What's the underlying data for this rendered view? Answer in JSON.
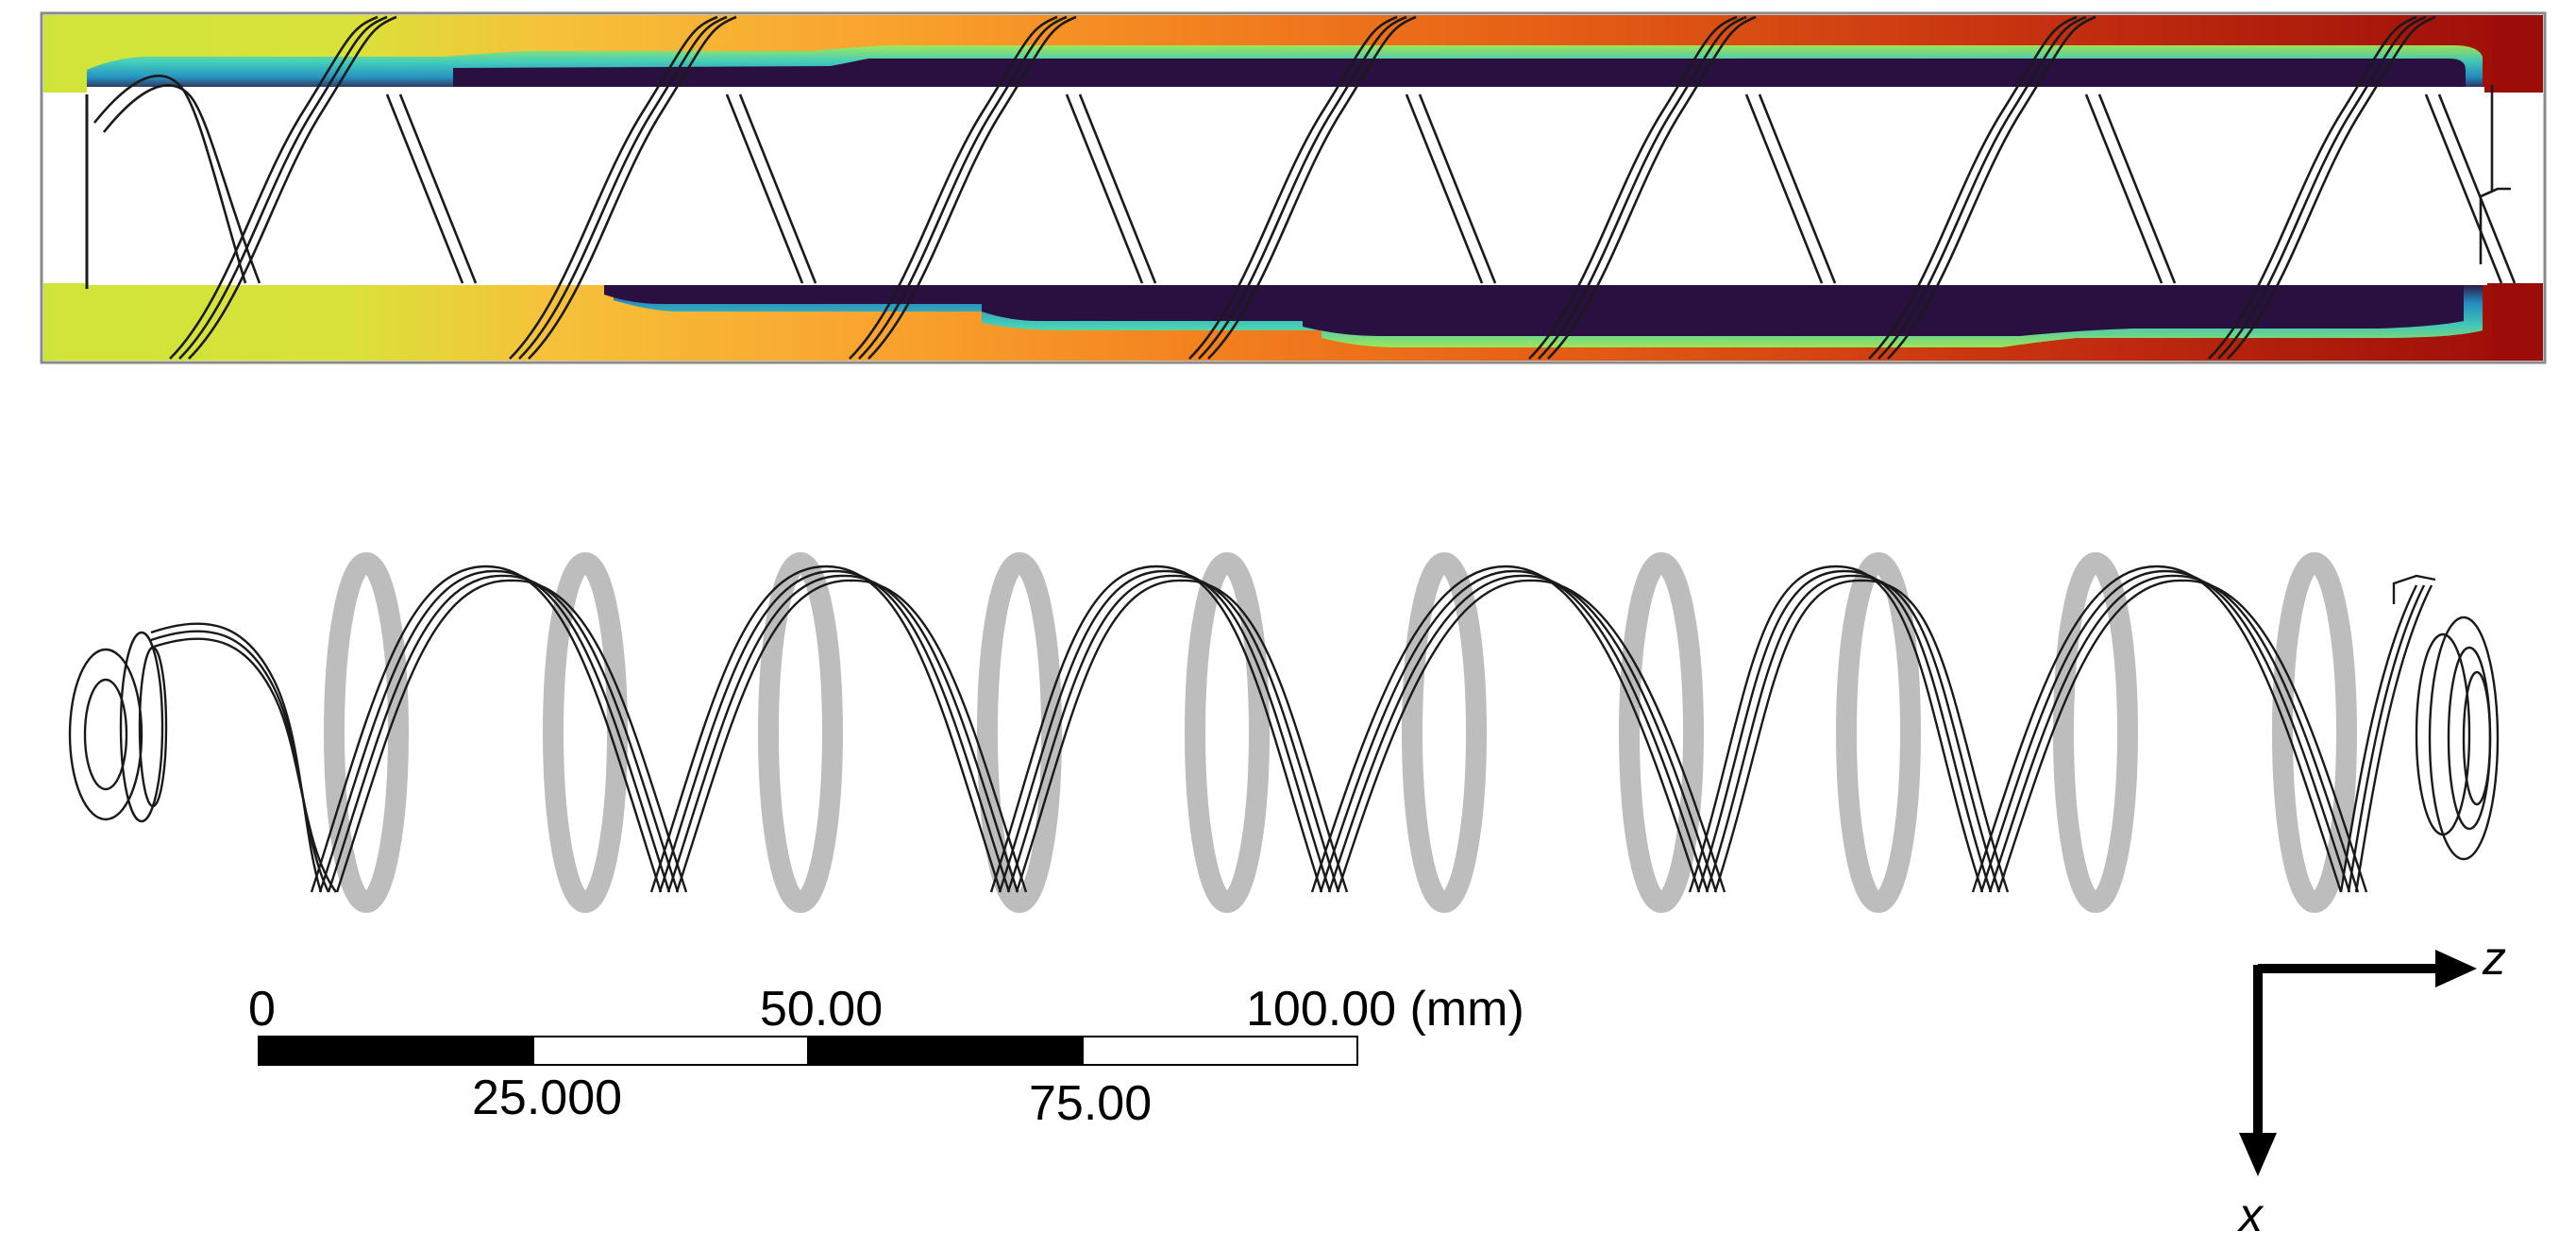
{
  "figure": {
    "top_panel": {
      "description_free": true
    },
    "colors": {
      "field_stops": [
        "#cfe43a",
        "#f6c23a",
        "#f9a22d",
        "#f3821f",
        "#e35a14",
        "#c43010",
        "#9c0c08"
      ],
      "channel_core": "#2a1040",
      "channel_edge": [
        "#1d90c8",
        "#3cd0c0",
        "#9cec5a"
      ],
      "wire": "#1a1a1a",
      "section_gray": "#bdbdbd"
    }
  },
  "scale_bar": {
    "label_0": "0",
    "label_25": "25.000",
    "label_50": "50.00",
    "label_75": "75.00",
    "label_100": "100.00 (mm)"
  },
  "axes": {
    "z_label": "z",
    "x_label": "x"
  }
}
